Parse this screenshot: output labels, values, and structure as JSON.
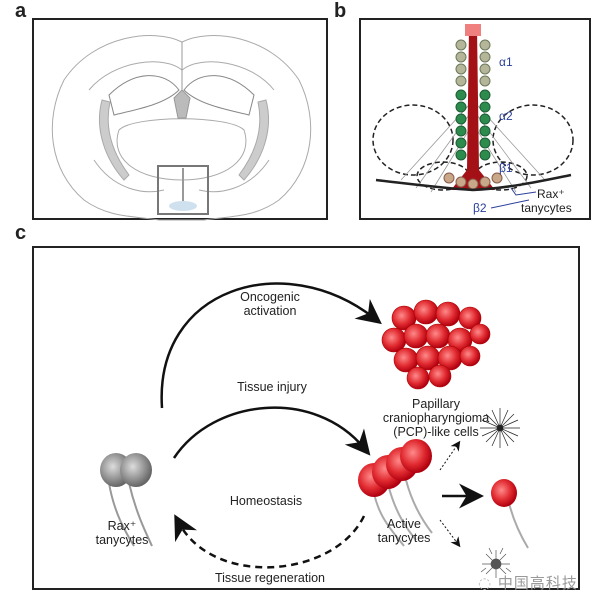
{
  "panels": {
    "a": {
      "label": "a"
    },
    "b": {
      "label": "b",
      "annotations": {
        "alpha1": "α1",
        "alpha2": "α2",
        "beta1": "β1",
        "beta2": "β2",
        "rax_line1": "Rax⁺",
        "rax_line2": "tanycytes"
      }
    },
    "c": {
      "label": "c",
      "oncogenic_line1": "Oncogenic",
      "oncogenic_line2": "activation",
      "pcp_line1": "Papillary",
      "pcp_line2": "craniopharyngioma",
      "pcp_line3": "(PCP)-like cells",
      "tissue_injury": "Tissue injury",
      "homeostasis": "Homeostasis",
      "rax_line1": "Rax⁺",
      "rax_line2": "tanycytes",
      "active_line1": "Active",
      "active_line2": "tanycytes",
      "tissue_regeneration": "Tissue regeneration"
    }
  },
  "watermark": {
    "text": "中国高科技"
  },
  "colors": {
    "red": "#d9202a",
    "green": "#2e8b4e",
    "blue_label": "#2a3f9a",
    "gray": "#888888"
  }
}
